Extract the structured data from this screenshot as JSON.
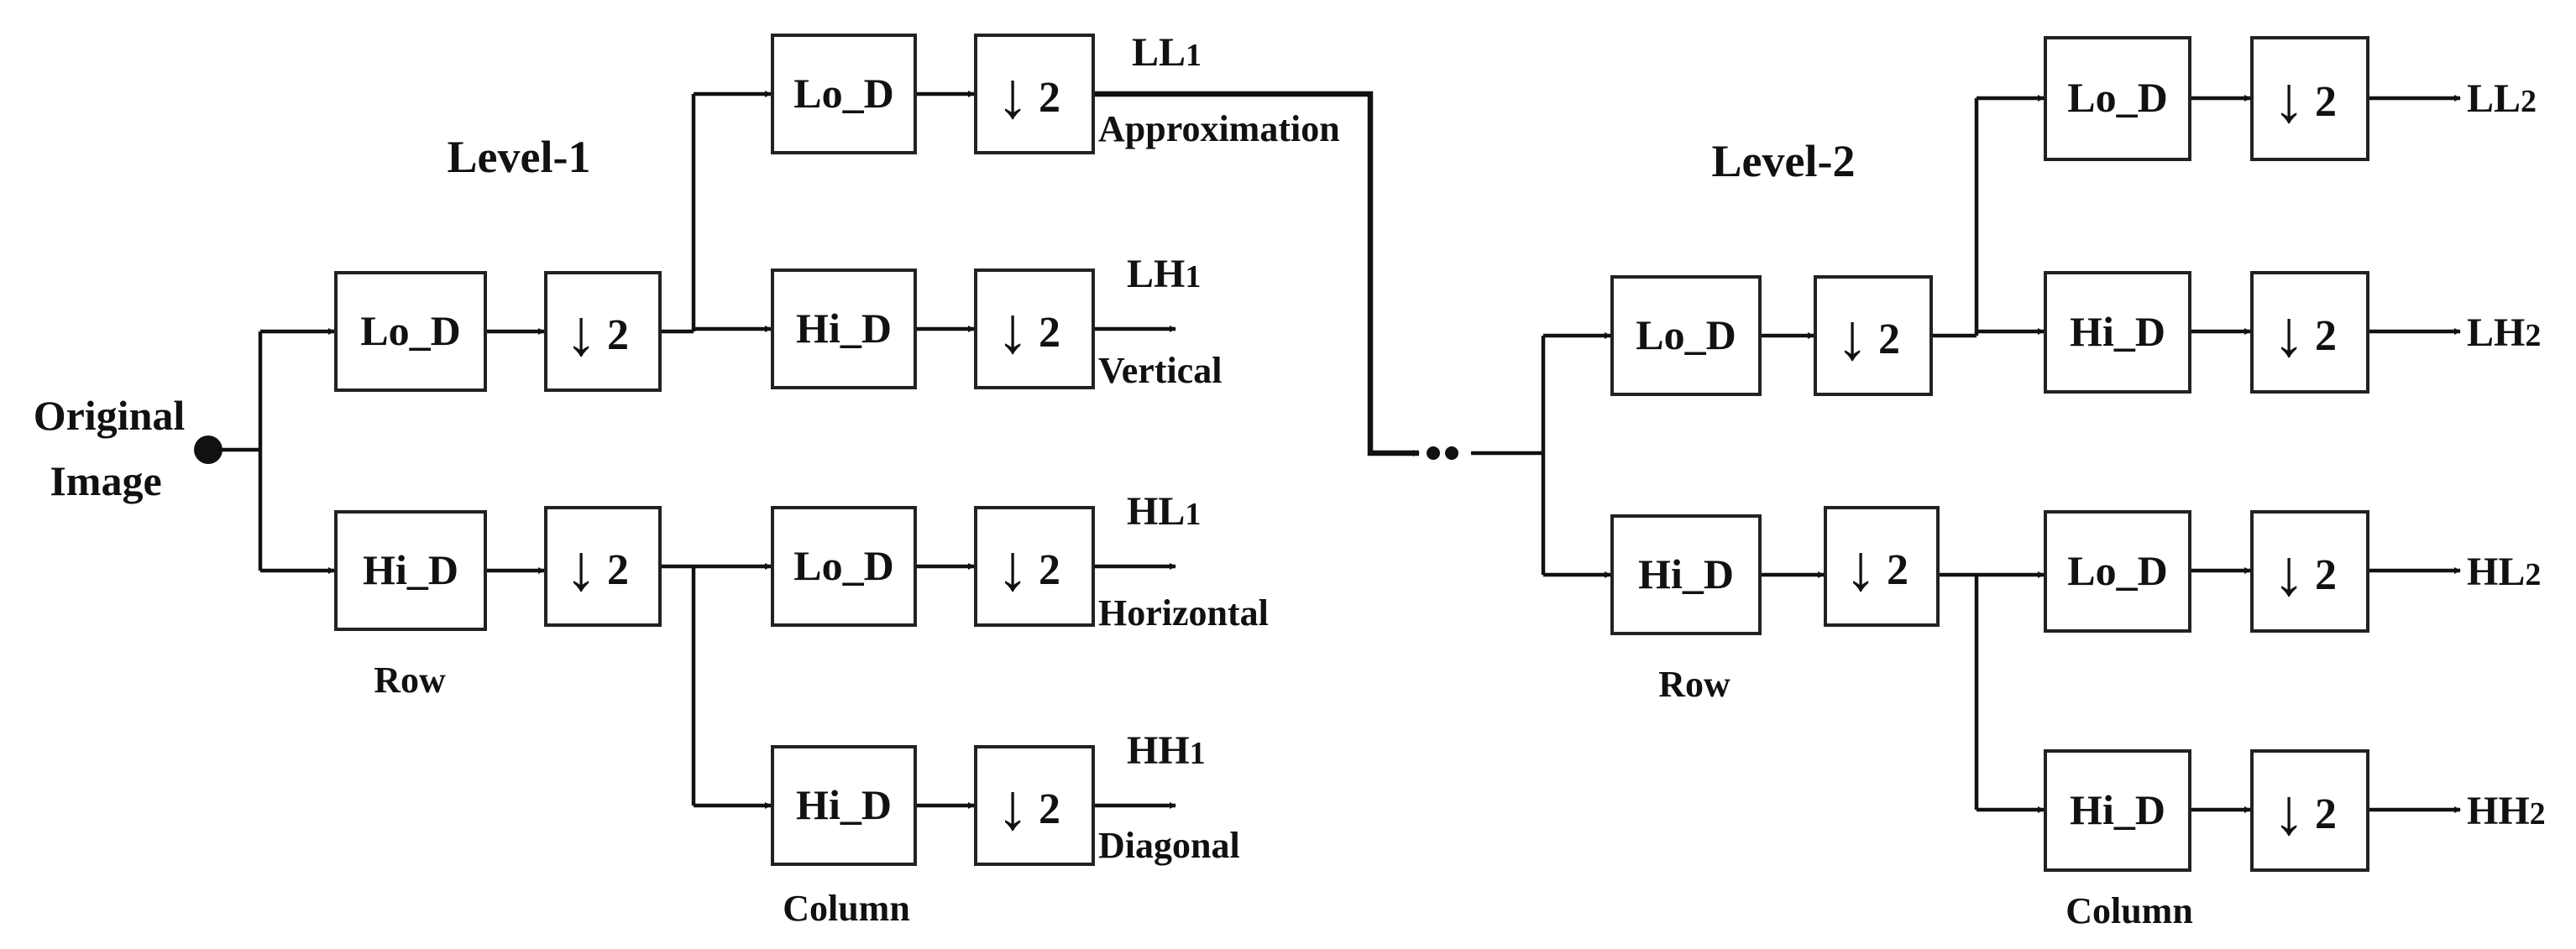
{
  "source": {
    "line1": "Original",
    "line2": "Image"
  },
  "levels": [
    {
      "title": "Level-1",
      "row_caption": "Row",
      "column_caption": "Column",
      "row_stage": {
        "low_filter": "Lo_D",
        "high_filter": "Hi_D",
        "downsample": "2"
      },
      "column_stage": {
        "low_filter": "Lo_D",
        "high_filter": "Hi_D",
        "downsample": "2"
      },
      "outputs": [
        {
          "name": "LL",
          "index": "1",
          "desc": "Approximation"
        },
        {
          "name": "LH",
          "index": "1",
          "desc": "Vertical"
        },
        {
          "name": "HL",
          "index": "1",
          "desc": "Horizontal"
        },
        {
          "name": "HH",
          "index": "1",
          "desc": "Diagonal"
        }
      ]
    },
    {
      "title": "Level-2",
      "row_caption": "Row",
      "column_caption": "Column",
      "row_stage": {
        "low_filter": "Lo_D",
        "high_filter": "Hi_D",
        "downsample": "2"
      },
      "column_stage": {
        "low_filter": "Lo_D",
        "high_filter": "Hi_D",
        "downsample": "2"
      },
      "outputs": [
        {
          "name": "LL",
          "index": "2"
        },
        {
          "name": "LH",
          "index": "2"
        },
        {
          "name": "HL",
          "index": "2"
        },
        {
          "name": "HH",
          "index": "2"
        }
      ]
    }
  ],
  "downsample_arrow": "↓"
}
